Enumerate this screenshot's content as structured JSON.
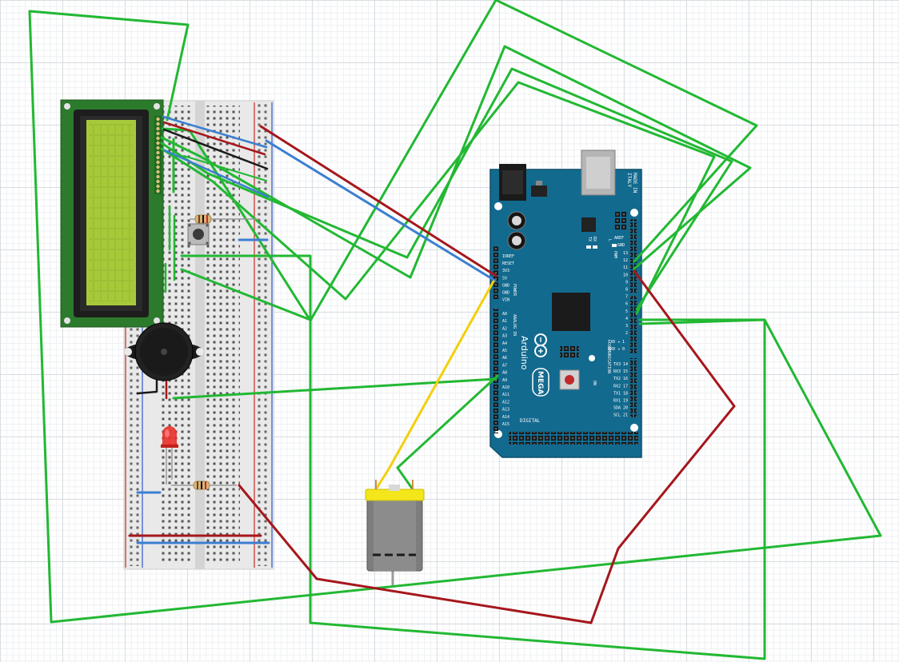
{
  "colors": {
    "wire_green": "#22b833",
    "wire_red": "#a5171c",
    "wire_blue": "#3b7fd1",
    "wire_black": "#1a1a1a",
    "wire_yellow": "#f3cf0c",
    "board_blue": "#136a8f",
    "lcd_pcb": "#2c7a2c",
    "lcd_screen": "#a6c93a"
  },
  "arduino": {
    "brand": "Arduino",
    "model": "MEGA",
    "made_in_1": "MADE IN",
    "made_in_2": "ITALY",
    "icon": "arduino-infinity-logo",
    "labels": {
      "tx": "TX",
      "rx": "RX",
      "l": "L",
      "on": "ON",
      "pwm": "PWM",
      "power": "POWER",
      "analog_in": "ANALOG IN",
      "digital": "DIGITAL",
      "communication": "COMMUNICATION",
      "aref": "AREF",
      "gnd": "GND",
      "tx0": "TX0 ◂ 1",
      "rx0": "RX0 ◂ 0"
    },
    "power_pins": [
      "IOREF",
      "RESET",
      "3V3",
      "5V",
      "GND",
      "GND",
      "VIN"
    ],
    "analog_pins": [
      "A0",
      "A1",
      "A2",
      "A3",
      "A4",
      "A5",
      "A6",
      "A7",
      "A8",
      "A9",
      "A10",
      "A11",
      "A12",
      "A13",
      "A14",
      "A15"
    ],
    "pwm_pins": [
      "13",
      "12",
      "11",
      "10",
      "9",
      "8",
      "7",
      "6",
      "5",
      "4",
      "3",
      "2"
    ],
    "comm_pins": [
      "TX3 14",
      "RX3 15",
      "TX2 16",
      "RX2 17",
      "TX1 18",
      "RX1 19",
      "SDA 20",
      "SCL 21"
    ]
  },
  "components": {
    "lcd": "lcd-16x2-display",
    "buzzer": "piezo-buzzer",
    "led": "red-led",
    "button": "pushbutton",
    "motor": "dc-motor",
    "resistor": "resistor"
  }
}
